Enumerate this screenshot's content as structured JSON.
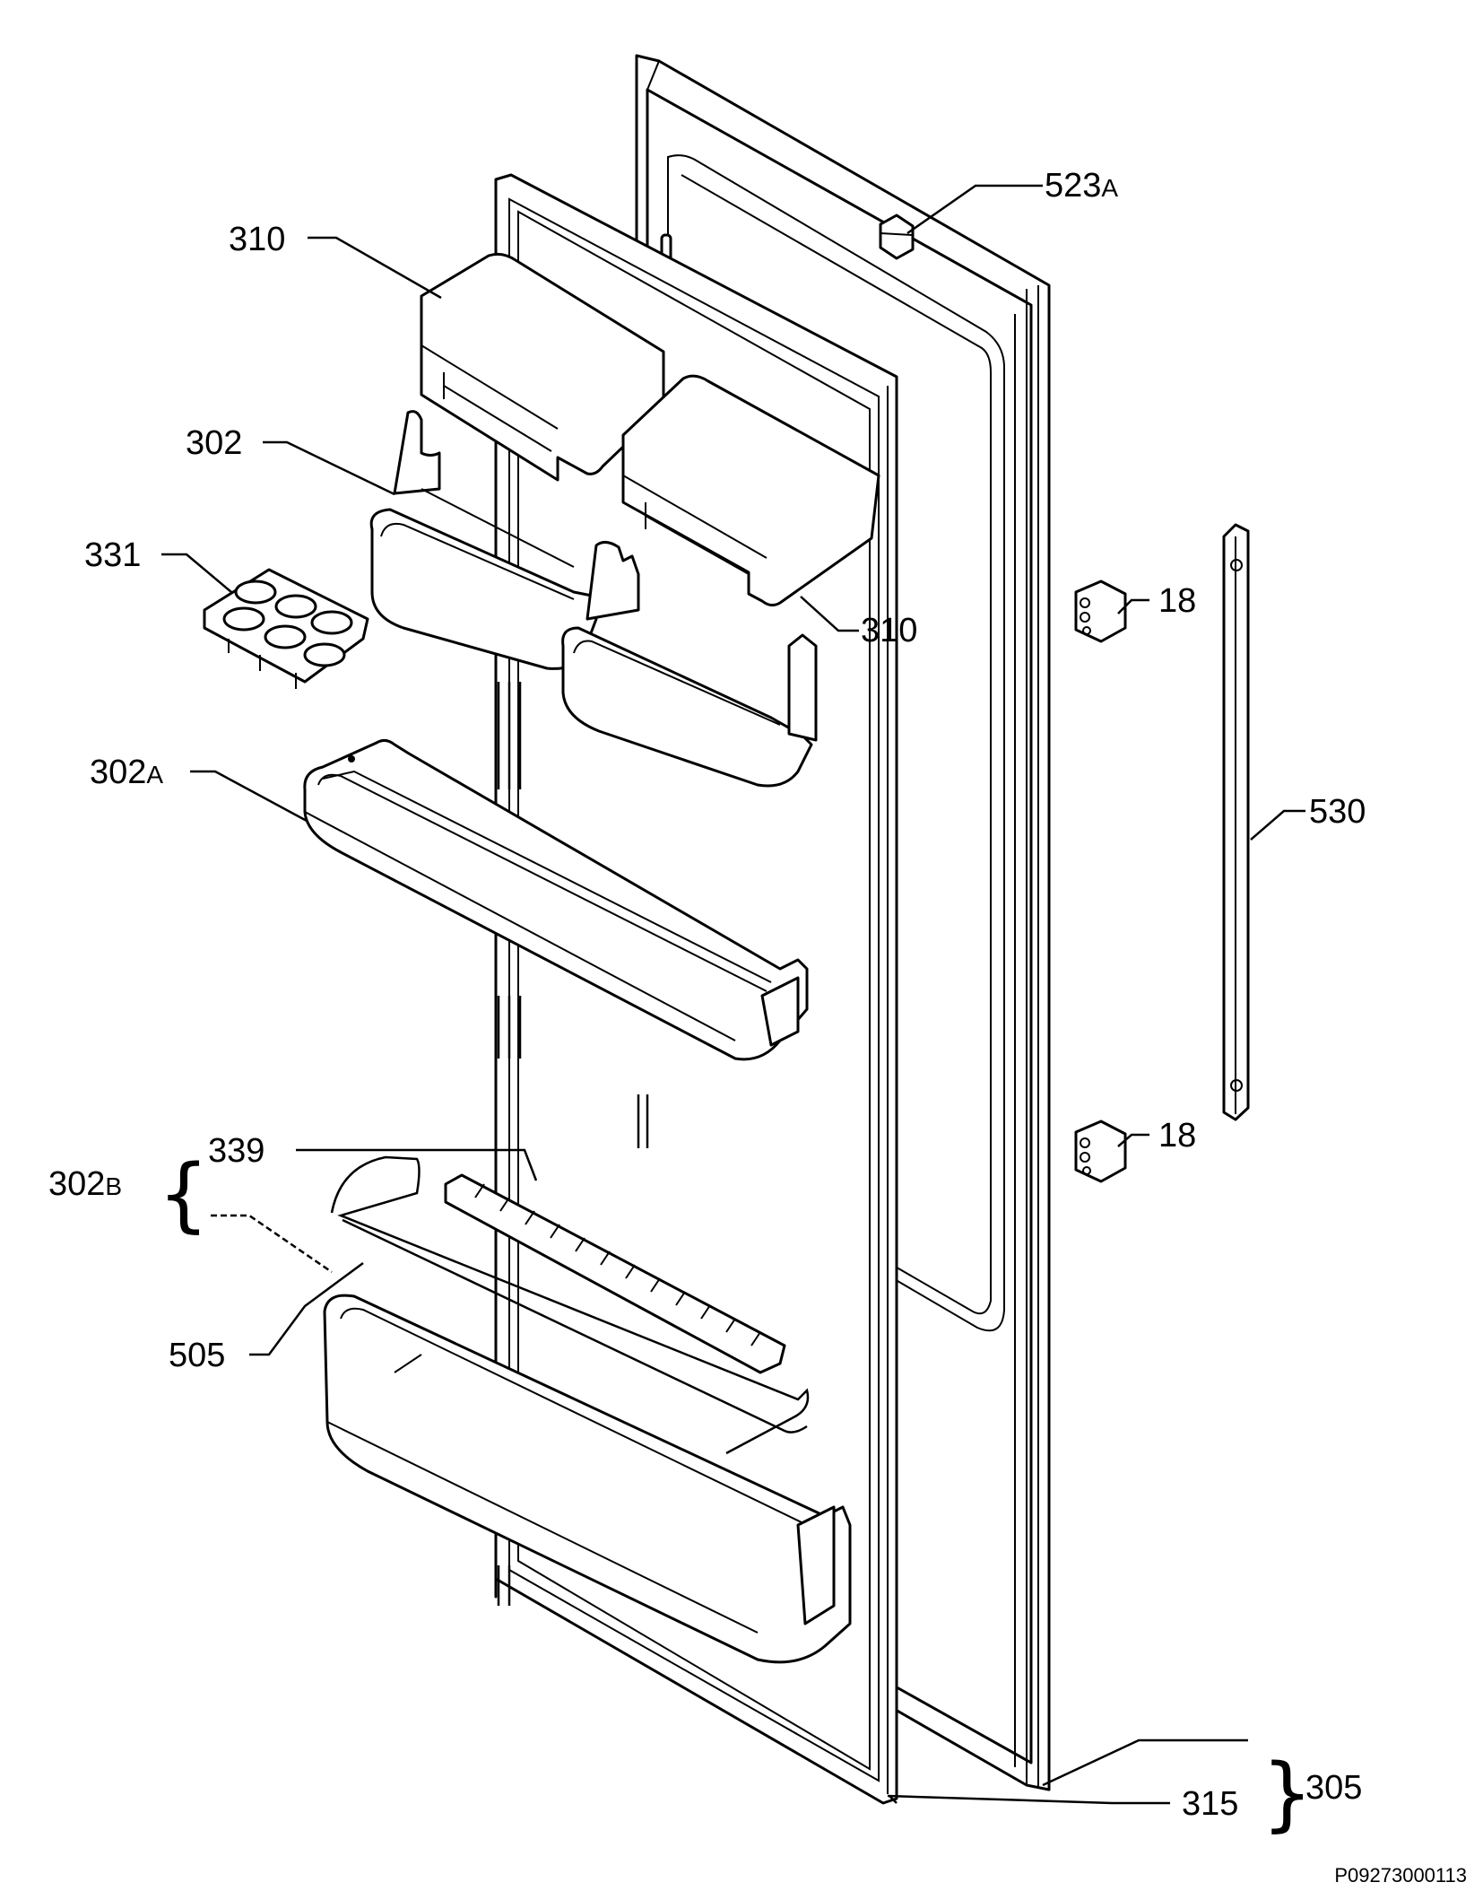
{
  "diagram": {
    "labels": {
      "p523a": {
        "num": "523",
        "suffix": "A"
      },
      "p310_top": "310",
      "p302": "302",
      "p331": "331",
      "p310_right": "310",
      "p18_top": "18",
      "p530": "530",
      "p302a": {
        "num": "302",
        "suffix": "A"
      },
      "p339": "339",
      "p302b": {
        "num": "302",
        "suffix": "B"
      },
      "p505": "505",
      "p18_bottom": "18",
      "p305": "305",
      "p315": "315"
    },
    "reference_code": "P09273000113"
  }
}
